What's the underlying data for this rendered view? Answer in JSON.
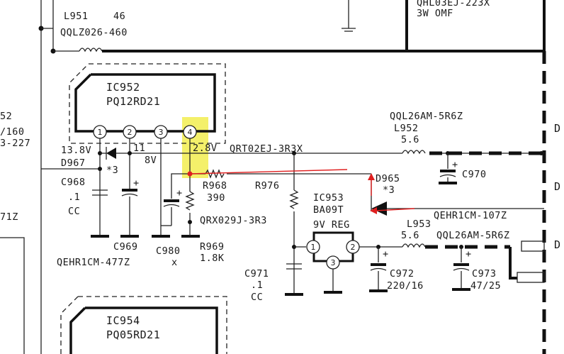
{
  "labels": {
    "l951_ref": "L951",
    "l951_val": "46",
    "l951_part": "QQLZ026-460",
    "top_right_1": "QHL03EJ-223X",
    "top_right_2": "3W OMF",
    "ic952_name": "IC952",
    "ic952_part": "PQ12RD21",
    "pin1": "1",
    "pin2": "2",
    "pin3": "3",
    "pin4": "4",
    "v138": "13.8V",
    "v11": "11",
    "v8": "8V",
    "v28": "2.8V",
    "d967": "D967",
    "star3_a": "*3",
    "c968": "C968",
    "c968_val": ".1",
    "c968_cc": "CC",
    "edge_52": "52",
    "edge_160": "/160",
    "edge_227": "3-227",
    "edge_71z": "71Z",
    "qrt": "QRT02EJ-3R3X",
    "r968": "R968",
    "r968_val": "390",
    "r976": "R976",
    "qrx": "QRX029J-3R3",
    "r969": "R969",
    "r969_val": "1.8K",
    "c969": "C969",
    "c980": "C980",
    "c980_x": "x",
    "qehr477": "QEHR1CM-477Z",
    "ic953_name": "IC953",
    "ic953_part": "BA09T",
    "ic953_reg": "9V REG",
    "ic953_p1": "1",
    "ic953_p2": "2",
    "ic953_p3": "3",
    "qql26_top": "QQL26AM-5R6Z",
    "l952": "L952",
    "l952_val": "5.6",
    "d965": "D965",
    "star3_b": "*3",
    "c970": "C970",
    "qehr107": "QEHR1CM-107Z",
    "l953": "L953",
    "l953_val": "5.6",
    "qql26_bot": "QQL26AM-5R6Z",
    "c971": "C971",
    "c971_val": ".1",
    "c971_cc": "CC",
    "c972": "C972",
    "c972_val": "220/16",
    "c973": "C973",
    "c973_val": "47/25",
    "ic954_name": "IC954",
    "ic954_part": "PQ05RD21",
    "d_edge1": "D",
    "d_edge2": "D",
    "d_edge3": "D",
    "plus": "+"
  },
  "colors": {
    "highlight": "#f4f06a",
    "annotation": "#e02020",
    "ink": "#1a1a1a"
  }
}
